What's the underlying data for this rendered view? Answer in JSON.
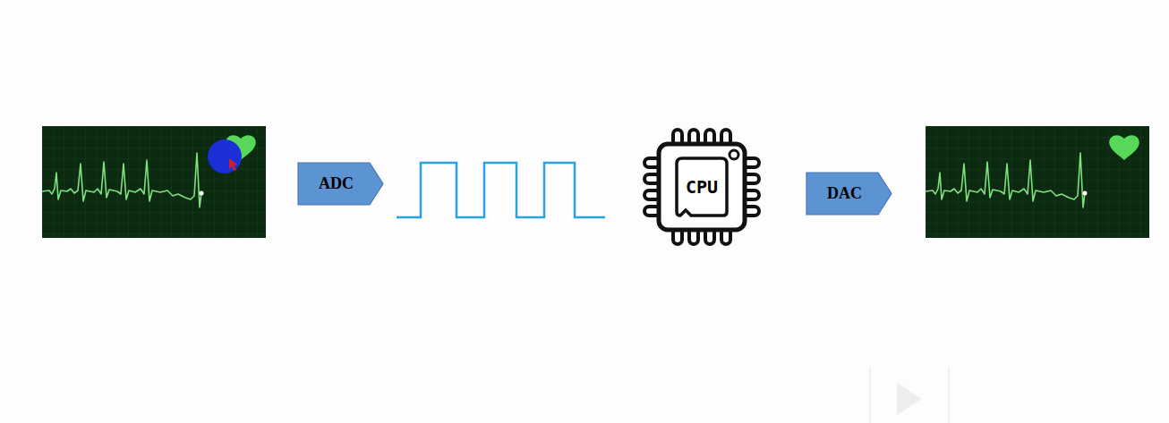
{
  "diagram": {
    "nodes": [
      {
        "text": [
          "ADC"
        ]
      },
      {
        "text": [
          "CPU"
        ]
      },
      {
        "text": [
          "DAC"
        ]
      }
    ]
  }
}
